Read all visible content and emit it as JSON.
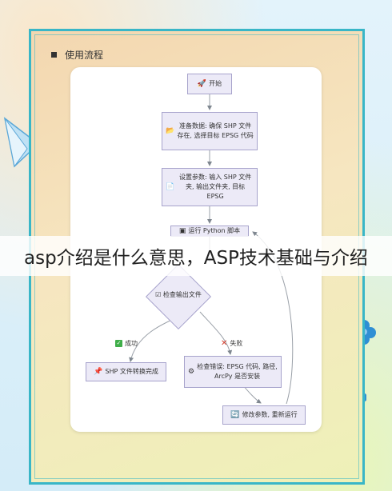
{
  "header": {
    "title": "使用流程"
  },
  "flowchart": {
    "start": {
      "icon": "rocket-icon",
      "label": "开始"
    },
    "prepare": {
      "icon": "folder-icon",
      "label": "准备数据: 确保 SHP 文件存在, 选择目标 EPSG 代码"
    },
    "params": {
      "icon": "document-icon",
      "label": "设置参数: 输入 SHP 文件夹, 输出文件夹, 目标 EPSG"
    },
    "run": {
      "icon": "terminal-icon",
      "label": "运行 Python 脚本"
    },
    "check": {
      "icon": "checklist-icon",
      "label": "检查输出文件"
    },
    "success_edge": {
      "icon": "check-icon",
      "label": "成功"
    },
    "fail_edge": {
      "icon": "cross-icon",
      "label": "失败"
    },
    "done": {
      "icon": "pin-icon",
      "label": "SHP 文件转换完成"
    },
    "error": {
      "icon": "gears-icon",
      "label": "检查错误: EPSG 代码, 路径, ArcPy 是否安装"
    },
    "retry": {
      "icon": "refresh-icon",
      "label": "修改参数, 重新运行"
    }
  },
  "overlay_caption": "asp介绍是什么意思，ASP技术基础与介绍",
  "colors": {
    "frame": "#39b6c7",
    "node_fill": "#eceaf7",
    "node_border": "#a7a3cc",
    "arrow": "#9aa0a8"
  }
}
